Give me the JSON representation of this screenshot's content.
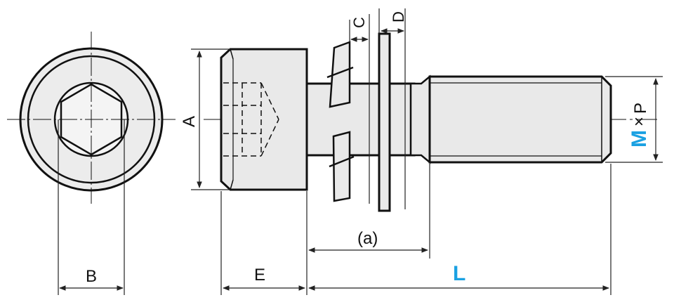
{
  "labels": {
    "a": "A",
    "b": "B",
    "c": "C",
    "d": "D",
    "e": "E",
    "a_paren": "(a)",
    "l": "L",
    "m": "M",
    "times": "×",
    "p": "P"
  },
  "colors": {
    "line": "#111111",
    "fill": "#e9e9e9",
    "dim": "#222222",
    "accent": "#1ba1e2"
  }
}
